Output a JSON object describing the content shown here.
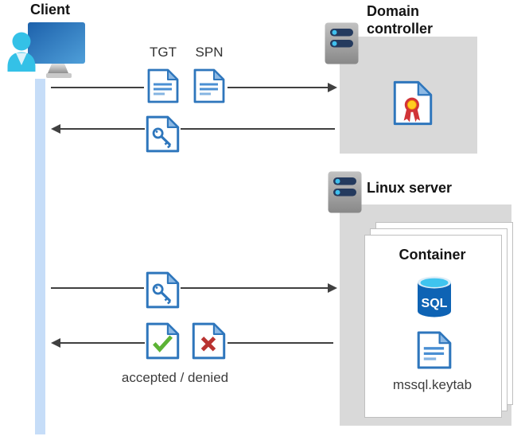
{
  "nodes": {
    "client": {
      "label": "Client"
    },
    "domain_controller": {
      "label": "Domain controller"
    },
    "linux_server": {
      "label": "Linux server"
    },
    "container": {
      "label": "Container",
      "database_label": "SQL",
      "keytab_file": "mssql.keytab"
    }
  },
  "messages": {
    "ticket_request": {
      "direction": "client-to-domain-controller",
      "doc_labels": [
        "TGT",
        "SPN"
      ]
    },
    "ticket_response": {
      "direction": "domain-controller-to-client",
      "icon": "key-document"
    },
    "service_request": {
      "direction": "client-to-linux-server",
      "icon": "key-document"
    },
    "auth_result": {
      "direction": "linux-server-to-client",
      "icons": [
        "accepted-document",
        "denied-document"
      ],
      "caption": "accepted / denied"
    }
  },
  "colors": {
    "document_blue": "#2e76bc",
    "document_line_blue": "#4a8fd3",
    "accepted_green": "#5cb335",
    "denied_red": "#b93330",
    "certificate_red": "#d13438",
    "certificate_yellow": "#ffce21",
    "lifeline_blue": "#c6ddf8",
    "panel_gray": "#d9d9d9",
    "arrow_gray": "#404040",
    "server_navy": "#243a5e",
    "server_led_cyan": "#3fc0ee",
    "sql_blue": "#0e63b4",
    "sql_top_cyan": "#3fc4ef",
    "client_cyan": "#34c1e7",
    "monitor_blue": "#2a74c2"
  }
}
